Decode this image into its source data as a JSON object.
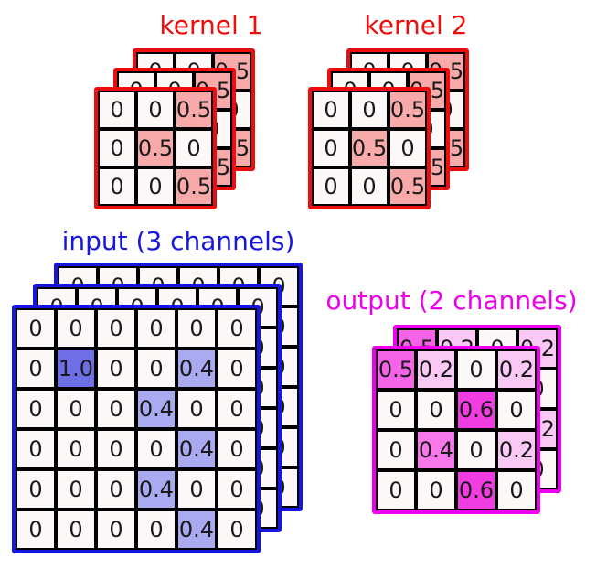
{
  "colors": {
    "background": "#FFFFFF",
    "grid_line": "#000000",
    "cell_base": "#FCF8F8",
    "cell_text": "#1A1A1A",
    "red_accent": "#EE0D0D",
    "blue_accent": "#1616DE",
    "magenta_accent": "#EE00EE"
  },
  "stacks": {
    "kernel1": {
      "title": "kernel 1",
      "channels": 3,
      "accent": "#EE0D0D",
      "rows": [
        [
          "0",
          "0",
          "0.5"
        ],
        [
          "0",
          "0.5",
          "0"
        ],
        [
          "0",
          "0",
          "0.5"
        ]
      ],
      "highlights": {
        "0.5": "#F8AAAA"
      }
    },
    "kernel2": {
      "title": "kernel 2",
      "channels": 3,
      "accent": "#EE0D0D",
      "rows": [
        [
          "0",
          "0",
          "0.5"
        ],
        [
          "0",
          "0.5",
          "0"
        ],
        [
          "0",
          "0",
          "0.5"
        ]
      ],
      "highlights": {
        "0.5": "#F8AAAA"
      }
    },
    "input": {
      "title": "input (3 channels)",
      "channels": 3,
      "accent": "#1616DE",
      "rows": [
        [
          "0",
          "0",
          "0",
          "0",
          "0",
          "0"
        ],
        [
          "0",
          "1.0",
          "0",
          "0",
          "0.4",
          "0"
        ],
        [
          "0",
          "0",
          "0",
          "0.4",
          "0",
          "0"
        ],
        [
          "0",
          "0",
          "0",
          "0",
          "0.4",
          "0"
        ],
        [
          "0",
          "0",
          "0",
          "0.4",
          "0",
          "0"
        ],
        [
          "0",
          "0",
          "0",
          "0",
          "0.4",
          "0"
        ]
      ],
      "highlights": {
        "1.0": "#6E6EE6",
        "0.4": "#AAAAF0"
      }
    },
    "output": {
      "title": "output (2 channels)",
      "channels": 2,
      "accent": "#EE00EE",
      "rows": [
        [
          "0.5",
          "0.2",
          "0",
          "0.2"
        ],
        [
          "0",
          "0",
          "0.6",
          "0"
        ],
        [
          "0",
          "0.4",
          "0",
          "0.2"
        ],
        [
          "0",
          "0",
          "0.6",
          "0"
        ]
      ],
      "highlights": {
        "0.2": "#FAC8F5",
        "0.4": "#F878EB",
        "0.5": "#F564E6",
        "0.6": "#F03CE1"
      }
    }
  }
}
